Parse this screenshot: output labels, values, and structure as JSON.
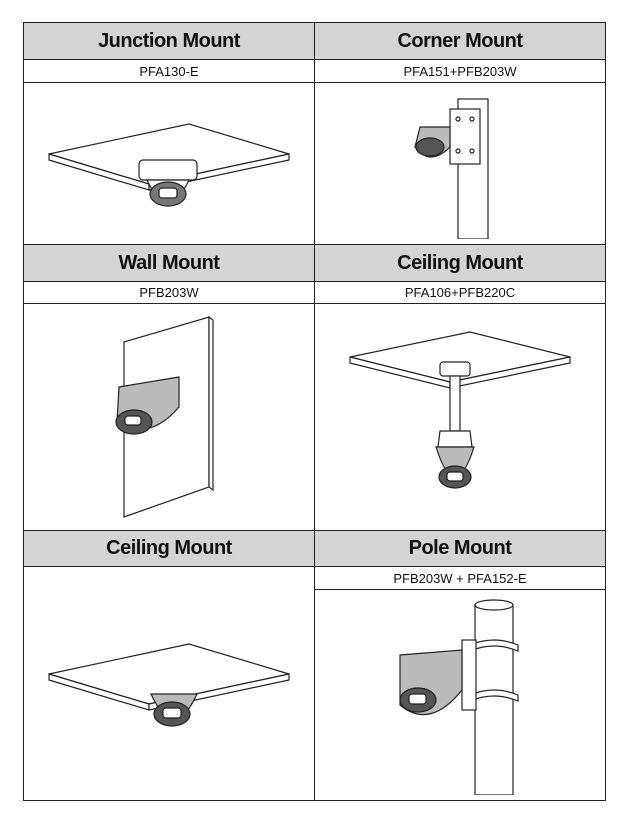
{
  "mounts": [
    {
      "title": "Junction Mount",
      "model": "PFA130-E"
    },
    {
      "title": "Corner Mount",
      "model": "PFA151+PFB203W"
    },
    {
      "title": "Wall Mount",
      "model": "PFB203W"
    },
    {
      "title": "Ceiling Mount",
      "model": "PFA106+PFB220C"
    },
    {
      "title": "Ceiling Mount",
      "model": ""
    },
    {
      "title": "Pole Mount",
      "model": "PFB203W + PFA152-E"
    }
  ]
}
